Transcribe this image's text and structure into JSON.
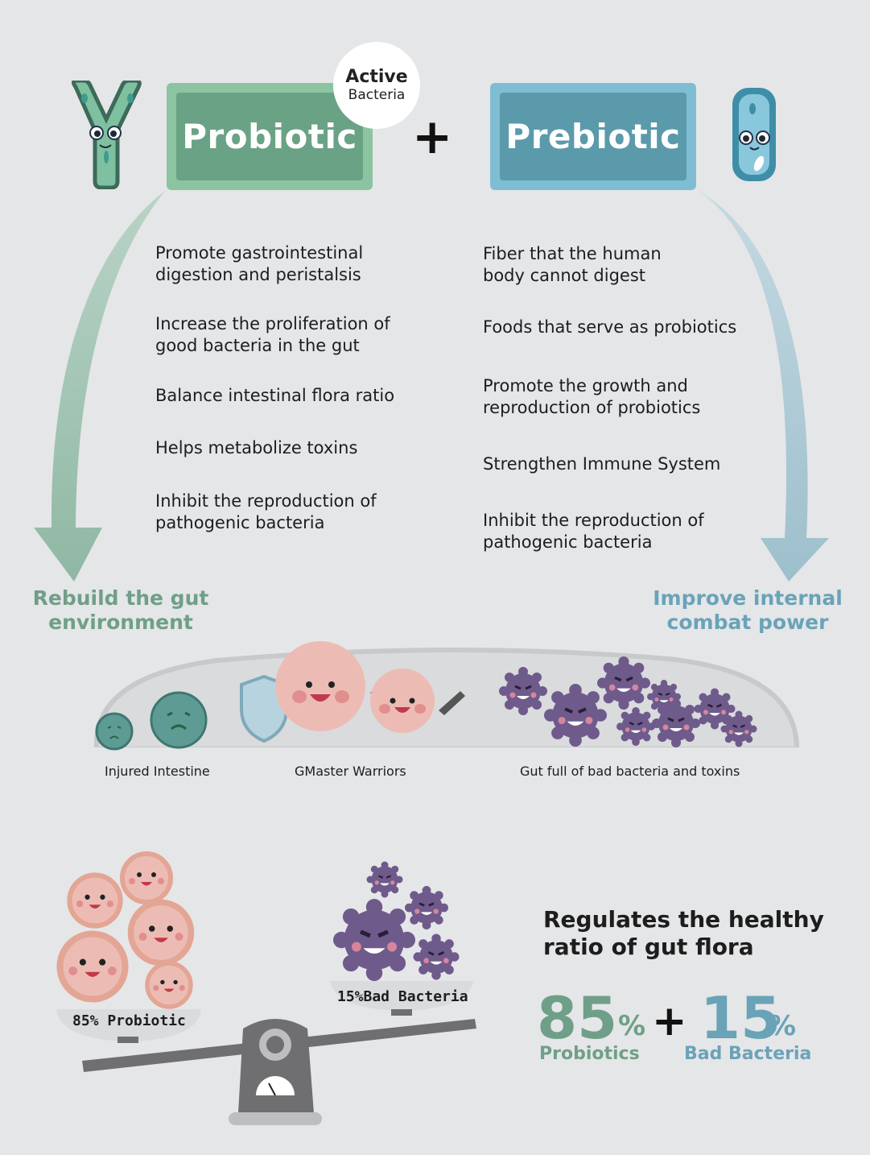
{
  "header": {
    "probiotic_title": "Probiotic",
    "badge_line1": "Active",
    "badge_line2": "Bacteria",
    "plus": "+",
    "prebiotic_title": "Prebiotic"
  },
  "probiotic_list": [
    "Promote gastrointestinal digestion and peristalsis",
    "Increase the proliferation of good bacteria in the gut",
    "Balance intestinal flora ratio",
    "Helps metabolize toxins",
    "Inhibit the reproduction of pathogenic bacteria"
  ],
  "prebiotic_list": [
    "Fiber that the human body cannot digest",
    "Foods that serve as probiotics",
    "Promote the growth and reproduction of probiotics",
    "Strengthen Immune System",
    "Inhibit the reproduction of pathogenic bacteria"
  ],
  "outcomes": {
    "left_line1": "Rebuild the gut",
    "left_line2": "environment",
    "right_line1": "Improve internal",
    "right_line2": "combat power"
  },
  "scene_captions": {
    "injured": "Injured Intestine",
    "warriors": "GMaster Warriors",
    "bad": "Gut full of bad bacteria and toxins"
  },
  "scale": {
    "left_label": "85% Probiotic",
    "right_label": "15%Bad Bacteria"
  },
  "ratio": {
    "title_line1": "Regulates the healthy",
    "title_line2": "ratio of gut flora",
    "probiotic_value": "85",
    "bad_value": "15",
    "percent": "%",
    "plus": "+",
    "probiotic_label": "Probiotics",
    "bad_label": "Bad Bacteria"
  },
  "colors": {
    "green_dark": "#6aa285",
    "green_light": "#8cc4a1",
    "blue_dark": "#5b9aab",
    "blue_light": "#7fbed2",
    "green_text": "#6f9f88",
    "blue_text": "#6aa3b8",
    "virus": "#6f5a8c",
    "good_cell": "#ecbcb4"
  }
}
